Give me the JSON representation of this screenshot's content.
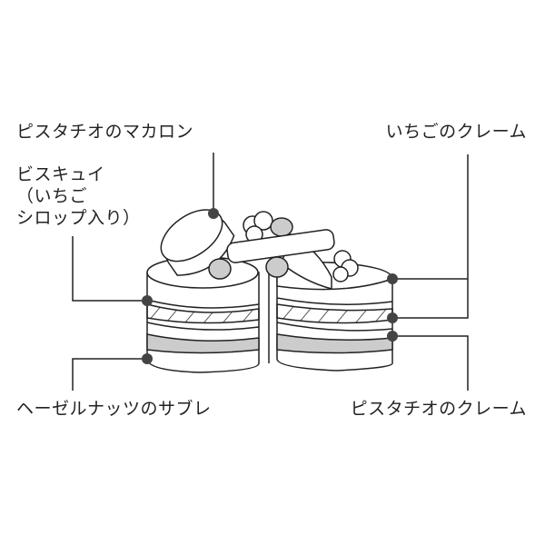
{
  "labels": {
    "pistachio_macaron": "ピスタチオのマカロン",
    "biscuit_line1": "ビスキュイ",
    "biscuit_line2": "（いちご",
    "biscuit_line3": "シロップ入り）",
    "hazelnut_sable": "ヘーゼルナッツのサブレ",
    "strawberry_cream": "いちごのクレーム",
    "pistachio_cream": "ピスタチオのクレーム"
  },
  "colors": {
    "outline": "#222222",
    "marker": "#444444",
    "cream_fill": "#cccccc"
  }
}
